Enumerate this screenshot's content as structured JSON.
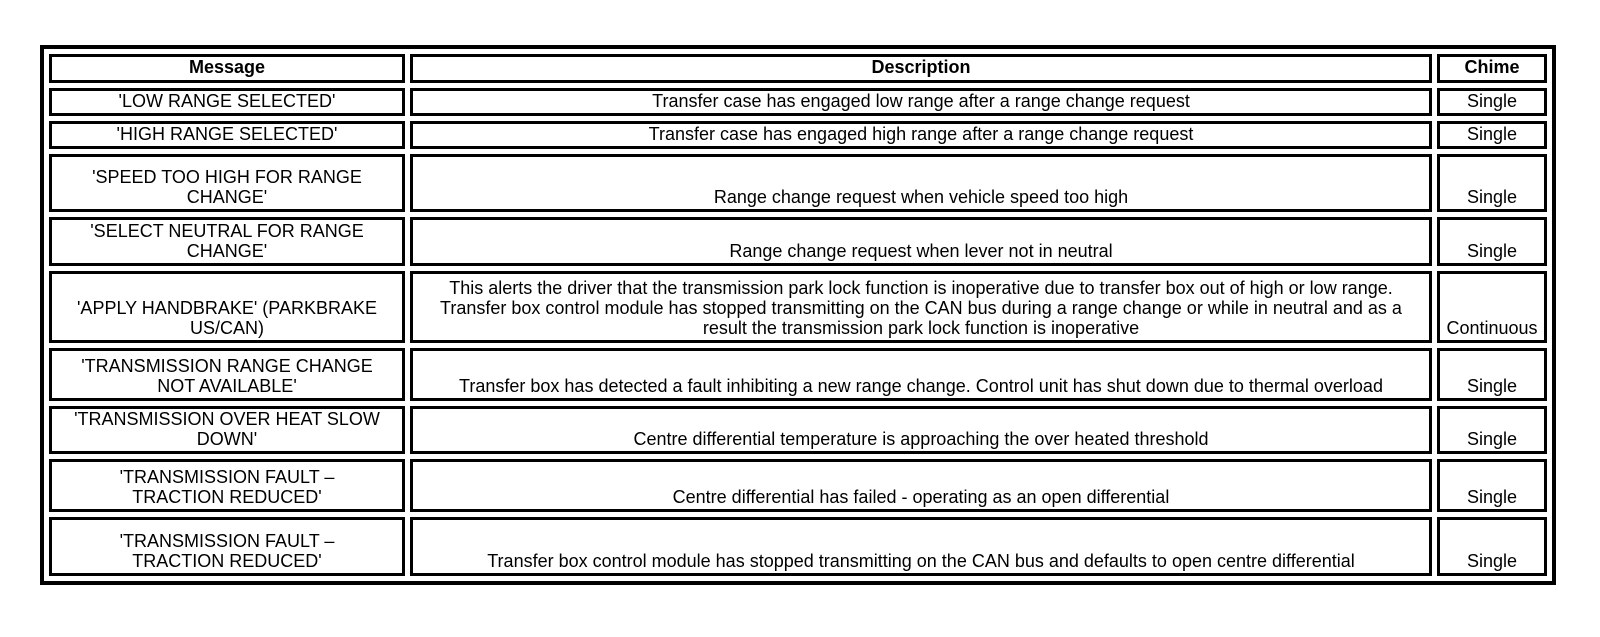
{
  "table": {
    "headers": {
      "message": "Message",
      "description": "Description",
      "chime": "Chime"
    },
    "rows": [
      {
        "message": "'LOW RANGE SELECTED'",
        "description": "Transfer case has engaged low range after a range change request",
        "chime": "Single"
      },
      {
        "message": "'HIGH RANGE SELECTED'",
        "description": "Transfer case has engaged high range after a range change request",
        "chime": "Single"
      },
      {
        "message": "'SPEED TOO HIGH FOR RANGE CHANGE'",
        "description": "Range change request when vehicle speed too high",
        "chime": "Single"
      },
      {
        "message": "'SELECT NEUTRAL FOR RANGE CHANGE'",
        "description": "Range change request when lever not in neutral",
        "chime": "Single"
      },
      {
        "message": "'APPLY HANDBRAKE' (PARKBRAKE US/CAN)",
        "description": "This alerts the driver that the transmission park lock function is inoperative due to transfer box out of high or low range. Transfer box control module has stopped transmitting on the CAN bus during a range change or while in neutral and as a result the transmission park lock function is inoperative",
        "chime": "Continuous"
      },
      {
        "message": "'TRANSMISSION RANGE CHANGE NOT AVAILABLE'",
        "description": "Transfer box has detected a fault inhibiting a new range change. Control unit has shut down due to thermal overload",
        "chime": "Single"
      },
      {
        "message": "'TRANSMISSION OVER HEAT SLOW DOWN'",
        "description": "Centre differential temperature is approaching the over heated threshold",
        "chime": "Single"
      },
      {
        "message": "'TRANSMISSION FAULT – TRACTION REDUCED'",
        "description": "Centre differential has failed - operating as an open differential",
        "chime": "Single"
      },
      {
        "message": "'TRANSMISSION FAULT – TRACTION REDUCED'",
        "description": "Transfer box control module has stopped transmitting on the CAN bus and defaults to open centre differential",
        "chime": "Single"
      }
    ]
  }
}
